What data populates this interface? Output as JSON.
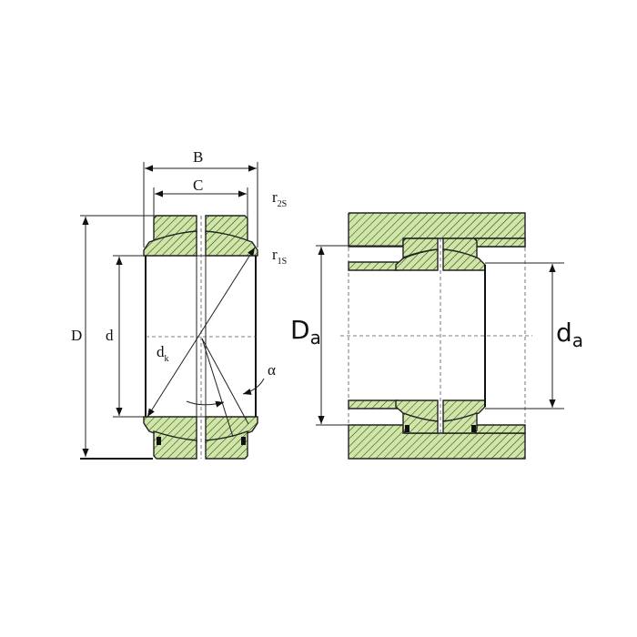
{
  "title": "Spherical plain bearing dimensions",
  "colors": {
    "fill": "#cfe6a6",
    "hatch": "#2e3a22",
    "line": "#222222"
  },
  "left_view": {
    "labels": {
      "B": "B",
      "C": "C",
      "r2s_main": "r",
      "r2s_sub": "2S",
      "r1s_main": "r",
      "r1s_sub": "1S",
      "D": "D",
      "d": "d",
      "dk_main": "d",
      "dk_sub": "k",
      "alpha": "α"
    }
  },
  "right_view": {
    "labels": {
      "Da_main": "D",
      "Da_sub": "a",
      "da_main": "d",
      "da_sub": "a"
    }
  }
}
